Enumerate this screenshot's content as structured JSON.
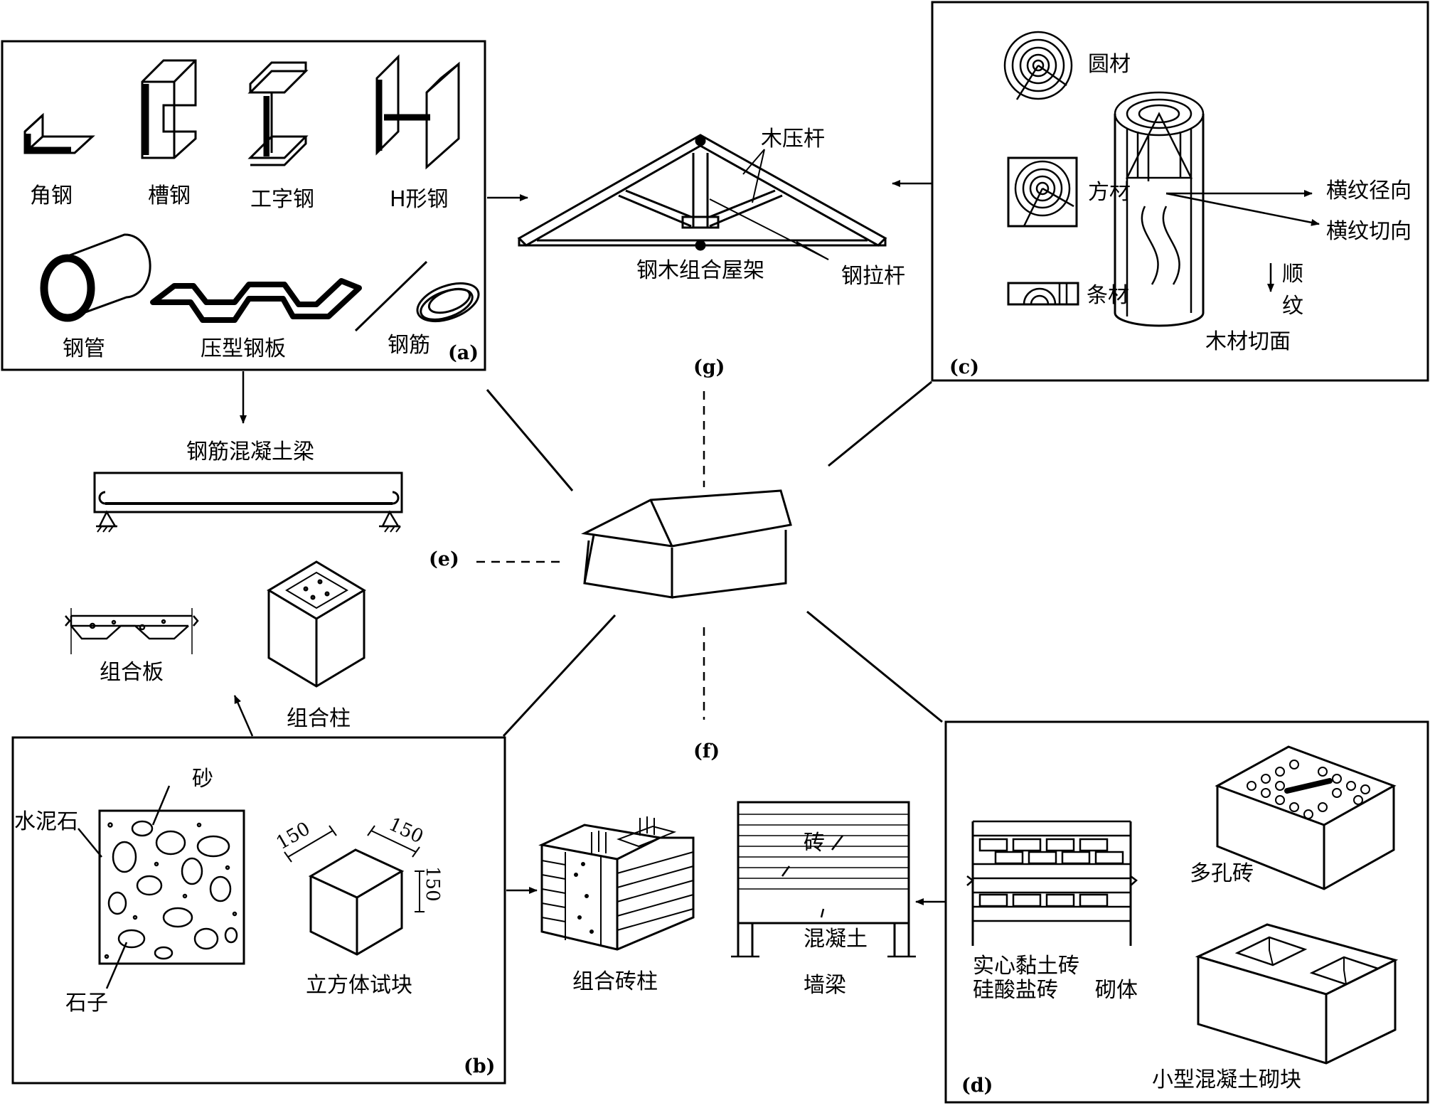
{
  "panel_a": {
    "tag": "(a)",
    "angle_steel": "角钢",
    "channel_steel": "槽钢",
    "i_beam": "工字钢",
    "h_beam": "H形钢",
    "steel_pipe": "钢管",
    "profiled_sheet": "压型钢板",
    "rebar": "钢筋"
  },
  "panel_b": {
    "tag": "(b)",
    "sand": "砂",
    "cement_stone": "水泥石",
    "gravel": "石子",
    "cube_specimen": "立方体试块",
    "dim_1": "150",
    "dim_2": "150",
    "dim_3": "150"
  },
  "panel_c": {
    "tag": "(c)",
    "round_timber": "圆材",
    "square_timber": "方材",
    "strip_timber": "条材",
    "radial": "横纹径向",
    "tangential": "横纹切向",
    "longitudinal_1": "顺",
    "longitudinal_2": "纹",
    "wood_section": "木材切面"
  },
  "panel_d": {
    "tag": "(d)",
    "solid_clay_brick": "实心黏土砖",
    "silicate_brick": "硅酸盐砖",
    "masonry": "砌体",
    "perforated_brick": "多孔砖",
    "concrete_block": "小型混凝土砌块"
  },
  "center": {
    "tag_e": "(e)",
    "tag_f": "(f)",
    "tag_g": "(g)",
    "truss_title": "钢木组合屋架",
    "timber_strut": "木压杆",
    "steel_tie": "钢拉杆",
    "rc_beam": "钢筋混凝土梁",
    "composite_slab": "组合板",
    "composite_column": "组合柱",
    "composite_brick_column": "组合砖柱",
    "wall_beam": "墙梁",
    "brick": "砖",
    "concrete": "混凝土"
  }
}
